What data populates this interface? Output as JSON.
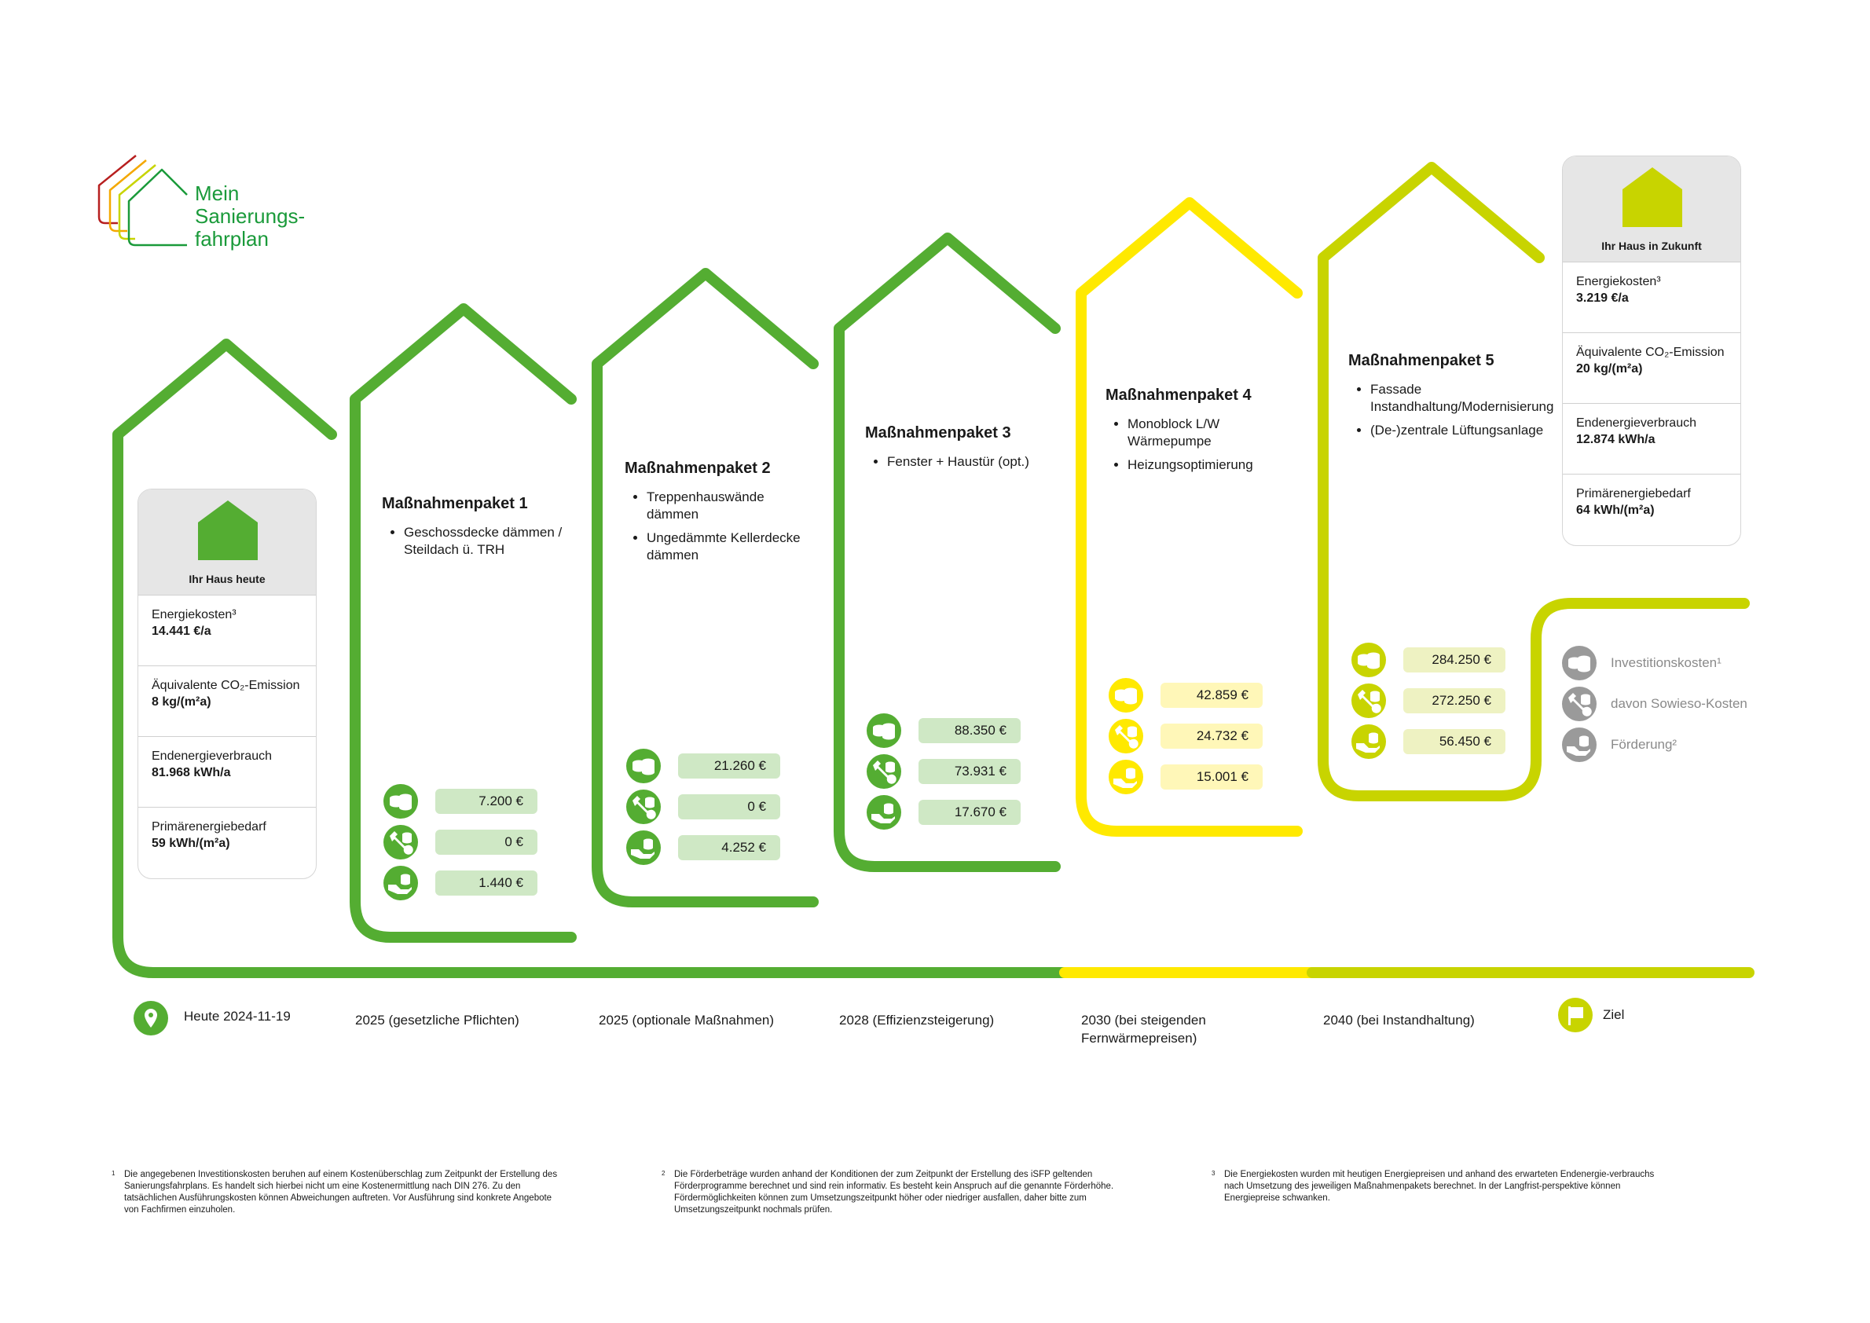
{
  "logo": {
    "line1": "Mein",
    "line2": "Sanierungs-",
    "line3": "fahrplan"
  },
  "colors": {
    "green": "#54ad32",
    "yellow": "#ffe900",
    "lime": "#c8d400",
    "gray": "#9a9a9a",
    "logo_green": "#1a9a3a",
    "green_fill": "#cfe8c5",
    "yellow_fill": "#fff7b8",
    "lime_fill": "#eef2c2"
  },
  "today_card": {
    "title": "Ihr Haus heute",
    "rows": [
      {
        "label": "Energiekosten³",
        "value": "14.441 €/a"
      },
      {
        "label": "Äquivalente CO₂-Emission",
        "value": "8 kg/(m²a)"
      },
      {
        "label": "Endenergieverbrauch",
        "value": "81.968 kWh/a"
      },
      {
        "label": "Primärenergiebedarf",
        "value": "59 kWh/(m²a)"
      }
    ]
  },
  "future_card": {
    "title": "Ihr Haus in Zukunft",
    "rows": [
      {
        "label": "Energiekosten³",
        "value": "3.219 €/a"
      },
      {
        "label": "Äquivalente CO₂-Emission",
        "value": "20 kg/(m²a)"
      },
      {
        "label": "Endenergieverbrauch",
        "value": "12.874 kWh/a"
      },
      {
        "label": "Primärenergiebedarf",
        "value": "64 kWh/(m²a)"
      }
    ]
  },
  "packages": [
    {
      "title": "Maßnahmenpaket 1",
      "items": [
        "Geschossdecke dämmen / Steildach ü. TRH"
      ],
      "invest": "7.200 €",
      "sowieso": "0 €",
      "foerderung": "1.440 €",
      "timeline": "2025 (gesetzliche Pflichten)"
    },
    {
      "title": "Maßnahmenpaket 2",
      "items": [
        "Treppenhauswände dämmen",
        "Ungedämmte Kellerdecke dämmen"
      ],
      "invest": "21.260 €",
      "sowieso": "0 €",
      "foerderung": "4.252 €",
      "timeline": "2025 (optionale Maßnahmen)"
    },
    {
      "title": "Maßnahmenpaket 3",
      "items": [
        "Fenster + Haustür (opt.)"
      ],
      "invest": "88.350 €",
      "sowieso": "73.931 €",
      "foerderung": "17.670 €",
      "timeline": "2028 (Effizienzsteigerung)"
    },
    {
      "title": "Maßnahmenpaket 4",
      "items": [
        "Monoblock L/W Wärmepumpe",
        "Heizungsoptimierung"
      ],
      "invest": "42.859 €",
      "sowieso": "24.732 €",
      "foerderung": "15.001 €",
      "timeline": "2030 (bei steigenden Fernwärmepreisen)"
    },
    {
      "title": "Maßnahmenpaket 5",
      "items": [
        "Fassade Instandhaltung/Modernisierung",
        "(De-)zentrale Lüftungsanlage"
      ],
      "invest": "284.250 €",
      "sowieso": "272.250 €",
      "foerderung": "56.450 €",
      "timeline": "2040 (bei Instandhaltung)"
    }
  ],
  "legend": {
    "invest": "Investitionskosten¹",
    "sowieso": "davon Sowieso-Kosten",
    "foerderung": "Förderung²"
  },
  "timeline": {
    "start": "Heute 2024-11-19",
    "goal": "Ziel"
  },
  "footnotes": [
    {
      "mark": "1",
      "text": "Die angegebenen Investitionskosten beruhen auf einem Kostenüberschlag zum Zeitpunkt der Erstellung des Sanierungsfahrplans. Es handelt sich hierbei nicht um eine Kostenermittlung nach DIN 276. Zu den tatsächlichen Ausführungskosten können Abweichungen auftreten. Vor Ausführung sind konkrete Angebote von Fachfirmen einzuholen."
    },
    {
      "mark": "2",
      "text": "Die Förderbeträge wurden anhand der Konditionen der zum Zeitpunkt der Erstellung des iSFP geltenden Förderprogramme berechnet und sind rein informativ. Es besteht kein Anspruch auf die genannte Förderhöhe. Fördermöglichkeiten können zum Umsetzungszeitpunkt höher oder niedriger ausfallen, daher bitte zum Umsetzungszeitpunkt nochmals prüfen."
    },
    {
      "mark": "3",
      "text": "Die Energiekosten wurden mit heutigen Energiepreisen und anhand des erwarteten Endenergie-verbrauchs nach Umsetzung des jeweiligen Maßnahmenpakets berechnet. In der Langfrist-perspektive können Energiepreise schwanken."
    }
  ]
}
